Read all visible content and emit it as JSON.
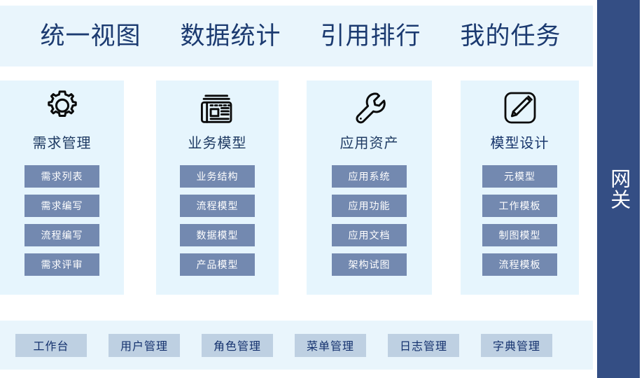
{
  "topnav": {
    "items": [
      {
        "label": "统一视图"
      },
      {
        "label": "数据统计"
      },
      {
        "label": "引用排行"
      },
      {
        "label": "我的任务"
      }
    ]
  },
  "cards": [
    {
      "icon": "gear-icon",
      "title": "需求管理",
      "buttons": [
        {
          "label": "需求列表"
        },
        {
          "label": "需求编写"
        },
        {
          "label": "流程编写"
        },
        {
          "label": "需求评审"
        }
      ]
    },
    {
      "icon": "newspaper-icon",
      "title": "业务模型",
      "buttons": [
        {
          "label": "业务结构"
        },
        {
          "label": "流程模型"
        },
        {
          "label": "数据模型"
        },
        {
          "label": "产品模型"
        }
      ]
    },
    {
      "icon": "wrench-icon",
      "title": "应用资产",
      "buttons": [
        {
          "label": "应用系统"
        },
        {
          "label": "应用功能"
        },
        {
          "label": "应用文档"
        },
        {
          "label": "架构试图"
        }
      ]
    },
    {
      "icon": "edit-pencil-icon",
      "title": "模型设计",
      "buttons": [
        {
          "label": "元模型"
        },
        {
          "label": "工作模板"
        },
        {
          "label": "制图模型"
        },
        {
          "label": "流程模板"
        }
      ]
    }
  ],
  "bottombar": {
    "items": [
      {
        "label": "工作台"
      },
      {
        "label": "用户管理"
      },
      {
        "label": "角色管理"
      },
      {
        "label": "菜单管理"
      },
      {
        "label": "日志管理"
      },
      {
        "label": "字典管理"
      }
    ]
  },
  "gateway": {
    "label": "网关"
  },
  "colors": {
    "panel_bg": "#e9f5fc",
    "card_bg": "#e6f5fd",
    "card_button": "#7389b0",
    "bottom_button": "#bed0e2",
    "nav_text": "#1b3a70",
    "gateway_bg": "#344e84"
  }
}
